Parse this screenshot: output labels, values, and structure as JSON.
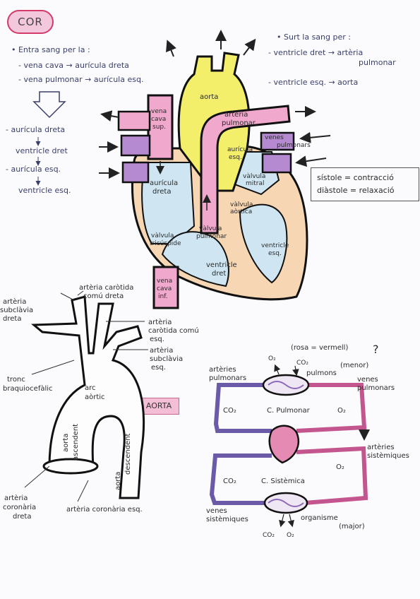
{
  "title": "COR",
  "left_notes": {
    "entra": "• Entra sang per la :",
    "line1": "- vena cava → aurícula dreta",
    "line2": "- vena pulmonar → aurícula esq.",
    "flow1": "- aurícula dreta",
    "flow2": "ventricle dret",
    "flow3": "- aurícula esq.",
    "flow4": "ventricle esq."
  },
  "right_notes": {
    "surt": "• Surt la sang per :",
    "line1a": "- ventricle dret → artèria",
    "line1b": "pulmonar",
    "line2": "- ventricle esq. → aorta"
  },
  "formulas": {
    "sistole": "sístole = contracció",
    "diastole": "diàstole = relaxació"
  },
  "heart_labels": {
    "aorta": "aorta",
    "arteria_pulmonar_1": "artèria",
    "arteria_pulmonar_2": "pulmonar",
    "vena_cava_sup_1": "vena",
    "vena_cava_sup_2": "cava",
    "vena_cava_sup_3": "sup.",
    "venes_pulmonars_1": "venes",
    "venes_pulmonars_2": "pulmonars",
    "auricula_esq_1": "aurícula",
    "auricula_esq_2": "esq.",
    "auricula_dreta_1": "aurícula",
    "auricula_dreta_2": "dreta",
    "valvula_mitral_1": "vàlvula",
    "valvula_mitral_2": "mitral",
    "valvula_aortica_1": "vàlvula",
    "valvula_aortica_2": "aòrtica",
    "valvula_pulmonar_1": "vàlvula",
    "valvula_pulmonar_2": "pulmonar",
    "valvula_tricuspide_1": "vàlvula",
    "valvula_tricuspide_2": "tricúspide",
    "ventricle_esq_1": "ventricle",
    "ventricle_esq_2": "esq.",
    "ventricle_dret_1": "ventricle",
    "ventricle_dret_2": "dret",
    "vena_cava_inf_1": "vena",
    "vena_cava_inf_2": "cava",
    "vena_cava_inf_3": "inf."
  },
  "aorta_diagram": {
    "art_subclavia_dreta_1": "artèria",
    "art_subclavia_dreta_2": "subclàvia",
    "art_subclavia_dreta_3": "dreta",
    "carotida_dreta_1": "artèria caròtida",
    "carotida_dreta_2": "comú dreta",
    "carotida_esq_1": "artèria",
    "carotida_esq_2": "caròtida comú",
    "carotida_esq_3": "esq.",
    "subclavia_esq_1": "artèria",
    "subclavia_esq_2": "subclàvia",
    "subclavia_esq_3": "esq.",
    "tronc_1": "tronc",
    "tronc_2": "braquiocefàlic",
    "arc_1": "arc",
    "arc_2": "aòrtic",
    "ascendent_1": "aorta",
    "ascendent_2": "ascendent",
    "descendent_1": "aorta",
    "descendent_2": "descendent",
    "coronaria_dreta_1": "artèria",
    "coronaria_dreta_2": "coronària",
    "coronaria_dreta_3": "dreta",
    "coronaria_esq": "artèria coronària esq.",
    "tag": "AORTA"
  },
  "circulation": {
    "rosa": "(rosa = vermell)",
    "menor": "(menor)",
    "pulmons": "pulmons",
    "o2_top": "O₂",
    "co2_top": "CO₂",
    "arteries_pulm_1": "artèries",
    "arteries_pulm_2": "pulmonars",
    "venes_pulm_1": "venes",
    "venes_pulm_2": "pulmonars",
    "co2_left": "CO₂",
    "c_pulmonar": "C. Pulmonar",
    "o2_right": "O₂",
    "arteries_sist_1": "artèries",
    "arteries_sist_2": "sistèmiques",
    "o2_mid": "O₂",
    "co2_low": "CO₂",
    "c_sistemica": "C. Sistèmica",
    "venes_sist_1": "venes",
    "venes_sist_2": "sistèmiques",
    "organisme": "organisme",
    "major": "(major)",
    "co2_bottom": "CO₂",
    "o2_bottom": "O₂",
    "question": "?"
  },
  "colors": {
    "aorta_yellow": "#f4ef6b",
    "pink": "#f0a8cc",
    "purple": "#b58ad0",
    "light_blue": "#cfe6f2",
    "peach": "#f6d6b3"
  }
}
